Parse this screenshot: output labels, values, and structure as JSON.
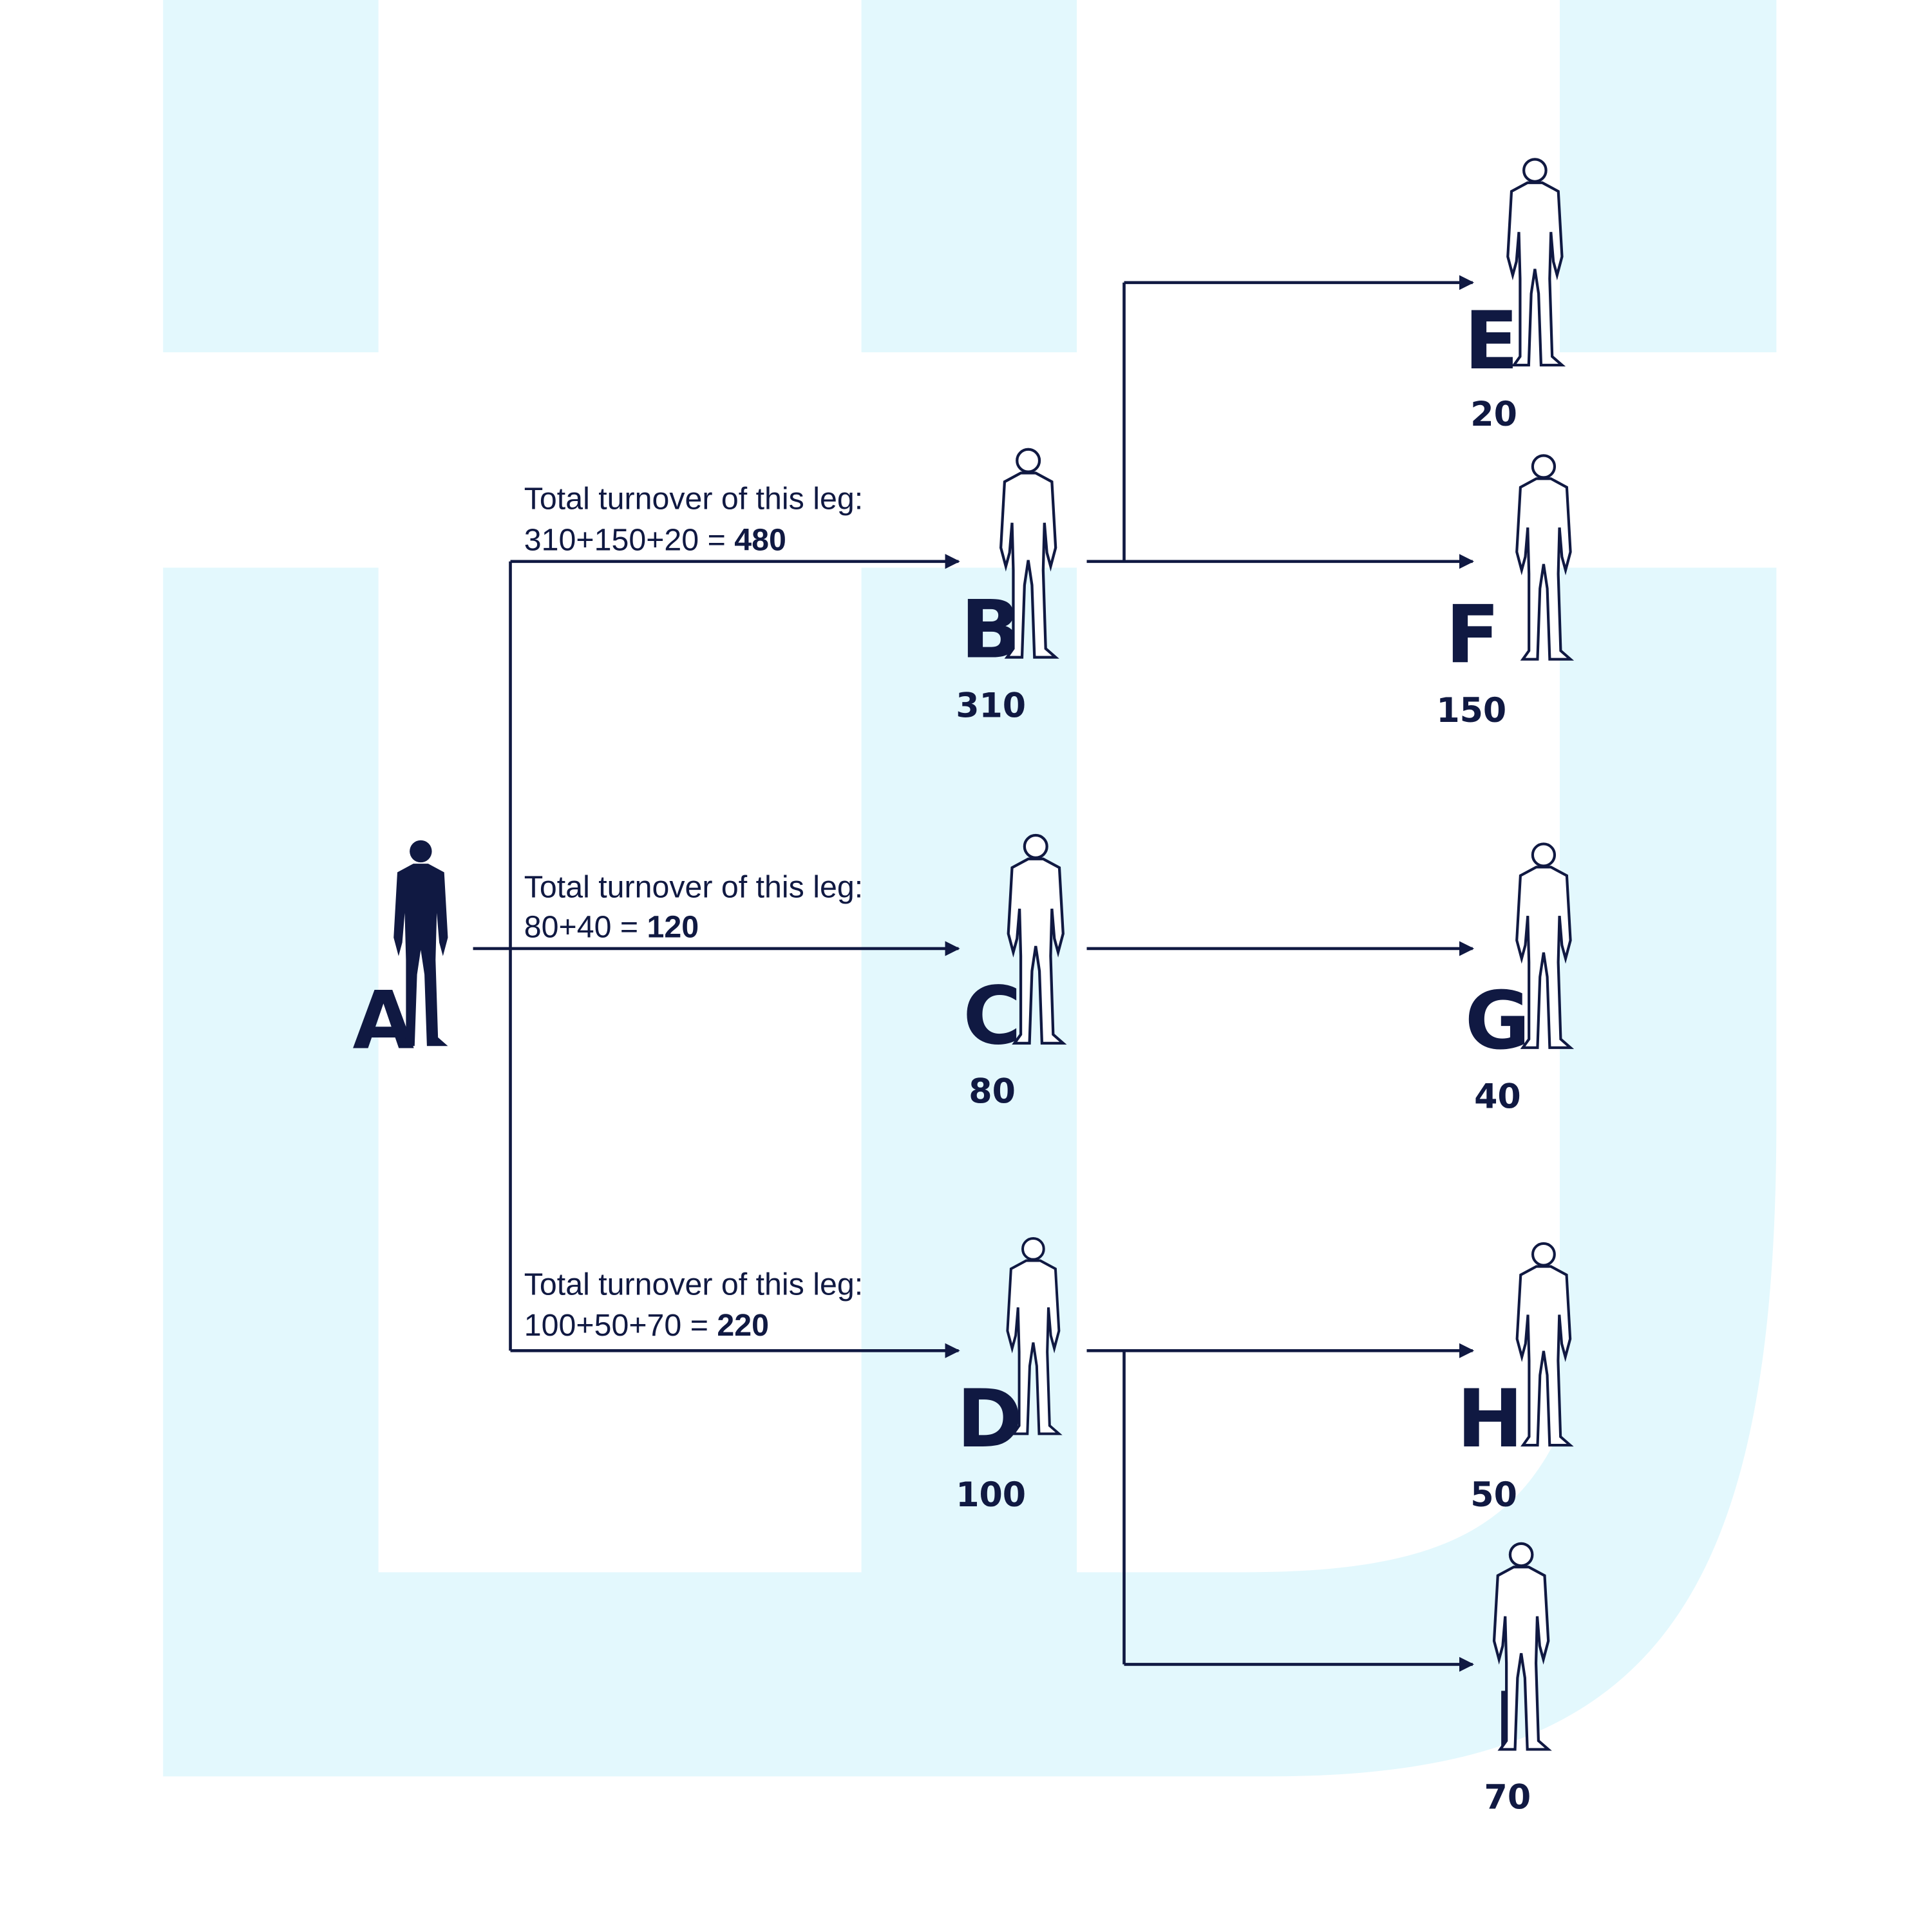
{
  "colors": {
    "navy": "#101942",
    "background_shape": "#E3F8FD"
  },
  "legs": [
    {
      "title": "Total turnover of this leg:",
      "formula": "310+150+20 = ",
      "total": "480"
    },
    {
      "title": "Total turnover of this leg:",
      "formula": "80+40 = ",
      "total": "120"
    },
    {
      "title": "Total turnover of this leg:",
      "formula": "100+50+70 = ",
      "total": "220"
    }
  ],
  "nodes": {
    "A": {
      "letter": "A"
    },
    "B": {
      "letter": "B",
      "value": "310"
    },
    "C": {
      "letter": "C",
      "value": "80"
    },
    "D": {
      "letter": "D",
      "value": "100"
    },
    "E": {
      "letter": "E",
      "value": "20"
    },
    "F": {
      "letter": "F",
      "value": "150"
    },
    "G": {
      "letter": "G",
      "value": "40"
    },
    "H": {
      "letter": "H",
      "value": "50"
    },
    "I": {
      "letter": "I",
      "value": "70"
    }
  }
}
